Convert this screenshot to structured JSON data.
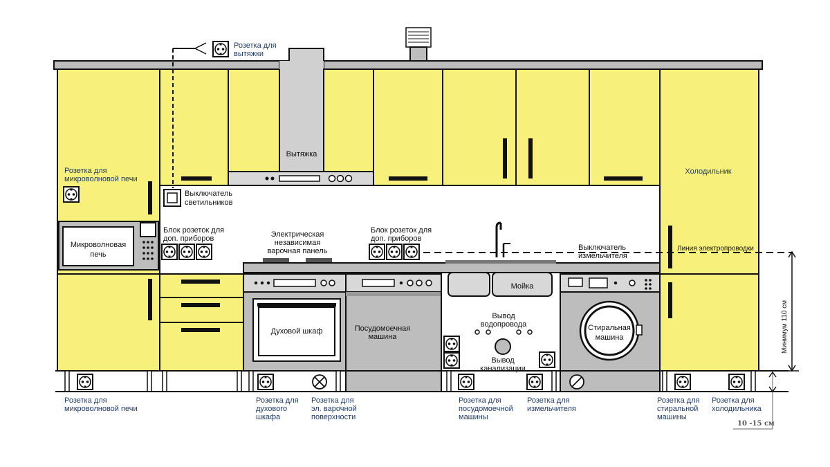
{
  "colors": {
    "cabinet": "#f7f07a",
    "appliance": "#bdbdbd",
    "label_blue": "#1f3a68",
    "outline": "#111111"
  },
  "labels": {
    "hood_socket": [
      "Розетка для",
      "вытяжки"
    ],
    "hood": "Вытяжка",
    "microwave_socket_top": [
      "Розетка для",
      "микроволновой печи"
    ],
    "light_switch": [
      "Выключатель",
      "светильников"
    ],
    "fridge": "Холодильник",
    "microwave": [
      "Микроволновая",
      "печь"
    ],
    "block_left": [
      "Блок розеток для",
      "доп. приборов"
    ],
    "hob": [
      "Электрическая",
      "независимая",
      "варочная панель"
    ],
    "block_right": [
      "Блок розеток для",
      "доп. приборов"
    ],
    "grinder_switch": [
      "Выключатель",
      "измельчителя"
    ],
    "wiring_line": "Линия электропроводки",
    "sink": "Мойка",
    "oven": "Духовой шкаф",
    "dishwasher": [
      "Посудомоечная",
      "машина"
    ],
    "water": [
      "Вывод",
      "водопровода"
    ],
    "drain": [
      "Вывод",
      "канализации"
    ],
    "washer": [
      "Стиральная",
      "машина"
    ],
    "min_height": "Минимум 110 см",
    "bottom": {
      "microwave": [
        "Розетка для",
        "микроволновой печи"
      ],
      "oven": [
        "Розетка для",
        "духового",
        "шкафа"
      ],
      "hob": [
        "Розетка для",
        "эл. варочной",
        "поверхности"
      ],
      "dishwasher": [
        "Розетка для",
        "посудомоечной",
        "машины"
      ],
      "grinder": [
        "Розетка для",
        "измельчителя"
      ],
      "washer": [
        "Розетка для",
        "стиральной",
        "машины"
      ],
      "fridge": [
        "Розетка для",
        "холодильника"
      ]
    },
    "floor_gap": "10 -15 см"
  },
  "icons": [
    "socket-icon",
    "socket-crossed-icon",
    "switch-icon",
    "faucet-icon",
    "vent-icon"
  ]
}
